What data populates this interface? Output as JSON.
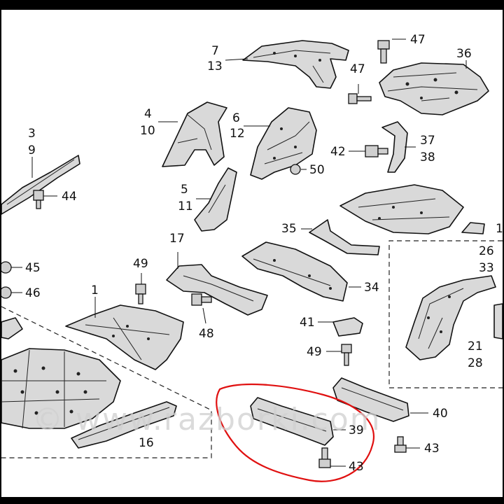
{
  "diagram": {
    "callouts": [
      {
        "id": "c7",
        "text": "7"
      },
      {
        "id": "c13",
        "text": "13"
      },
      {
        "id": "c47a",
        "text": "47"
      },
      {
        "id": "c36",
        "text": "36"
      },
      {
        "id": "c47b",
        "text": "47"
      },
      {
        "id": "c4",
        "text": "4"
      },
      {
        "id": "c10",
        "text": "10"
      },
      {
        "id": "c6",
        "text": "6"
      },
      {
        "id": "c12",
        "text": "12"
      },
      {
        "id": "c3",
        "text": "3"
      },
      {
        "id": "c9",
        "text": "9"
      },
      {
        "id": "c42",
        "text": "42"
      },
      {
        "id": "c37",
        "text": "37"
      },
      {
        "id": "c38",
        "text": "38"
      },
      {
        "id": "c50",
        "text": "50"
      },
      {
        "id": "c44",
        "text": "44"
      },
      {
        "id": "c5",
        "text": "5"
      },
      {
        "id": "c11",
        "text": "11"
      },
      {
        "id": "c35",
        "text": "35"
      },
      {
        "id": "c1partial",
        "text": "1"
      },
      {
        "id": "c17",
        "text": "17"
      },
      {
        "id": "c26",
        "text": "26"
      },
      {
        "id": "c33",
        "text": "33"
      },
      {
        "id": "c45",
        "text": "45"
      },
      {
        "id": "c49a",
        "text": "49"
      },
      {
        "id": "c34",
        "text": "34"
      },
      {
        "id": "c46",
        "text": "46"
      },
      {
        "id": "c1",
        "text": "1"
      },
      {
        "id": "c41",
        "text": "41"
      },
      {
        "id": "c48",
        "text": "48"
      },
      {
        "id": "c21",
        "text": "21"
      },
      {
        "id": "c49b",
        "text": "49"
      },
      {
        "id": "c28",
        "text": "28"
      },
      {
        "id": "c40",
        "text": "40"
      },
      {
        "id": "c39",
        "text": "39"
      },
      {
        "id": "c16",
        "text": "16"
      },
      {
        "id": "c43a",
        "text": "43"
      },
      {
        "id": "c43b",
        "text": "43"
      }
    ]
  },
  "watermark": {
    "text": "© www.razborki.com"
  },
  "colors": {
    "highlight": "#e01010",
    "part_fill": "#d9d9d9",
    "line": "#111111"
  }
}
